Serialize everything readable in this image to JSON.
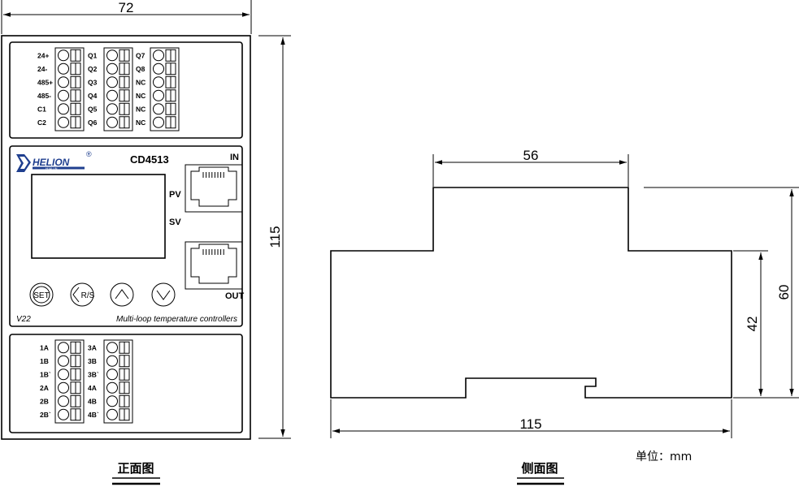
{
  "front": {
    "width_dim": "72",
    "height_dim": "115",
    "top_terminals": {
      "col1": [
        "24+",
        "24-",
        "485+",
        "485-",
        "C1",
        "C2"
      ],
      "col2": [
        "Q1",
        "Q2",
        "Q3",
        "Q4",
        "Q5",
        "Q6"
      ],
      "col3": [
        "Q7",
        "Q8",
        "NC",
        "NC",
        "NC",
        "NC"
      ]
    },
    "brand": "HELION",
    "brand_sub": "HUALUN",
    "registered": "®",
    "model": "CD4513",
    "port_in": "IN",
    "port_out": "OUT",
    "pv": "PV",
    "sv": "SV",
    "buttons": {
      "set": "SET",
      "rs": "R/S"
    },
    "version": "V22",
    "description": "Multi-loop temperature controllers",
    "bottom_terminals": {
      "col1": [
        "1A",
        "1B",
        "1B`",
        "2A",
        "2B",
        "2B`"
      ],
      "col2": [
        "3A",
        "3B",
        "3B`",
        "4A",
        "4B",
        "4B`"
      ]
    },
    "caption": "正面图"
  },
  "side": {
    "top_dim": "56",
    "bottom_dim": "115",
    "height_dim_inner": "42",
    "height_dim_outer": "60",
    "unit": "单位：mm",
    "caption": "侧面图"
  },
  "colors": {
    "line": "#000000",
    "logo": "#1f3f8f",
    "background": "#ffffff"
  }
}
